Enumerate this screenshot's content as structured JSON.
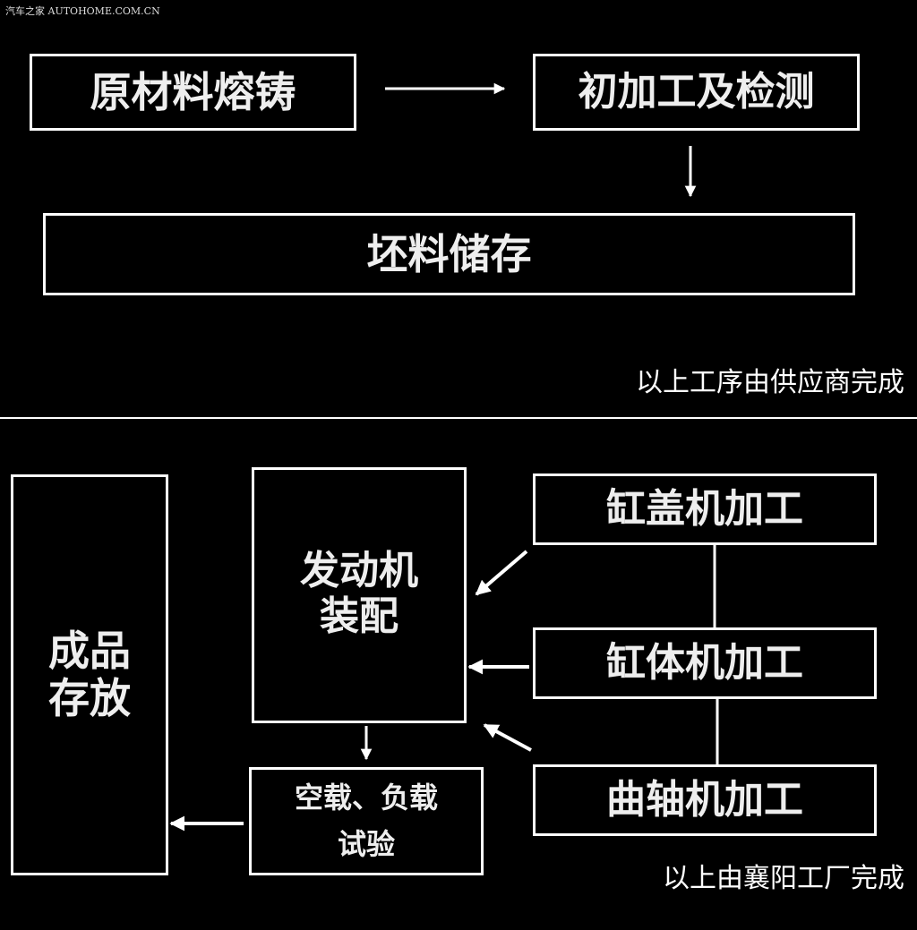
{
  "watermark": "汽车之家 AUTOHOME.COM.CN",
  "supplier_section": {
    "raw_casting": "原材料熔铸",
    "initial_processing": "初加工及检测",
    "blank_storage": "坯料储存",
    "note": "以上工序由供应商完成"
  },
  "factory_section": {
    "finished_storage": "成品\n存放",
    "engine_assembly": "发动机\n装配",
    "load_test": "空载、负载\n试验",
    "cylinder_head": "缸盖机加工",
    "cylinder_block": "缸体机加工",
    "crankshaft": "曲轴机加工",
    "note": "以上由襄阳工厂完成"
  },
  "colors": {
    "background": "#000000",
    "stroke": "#ffffff"
  }
}
